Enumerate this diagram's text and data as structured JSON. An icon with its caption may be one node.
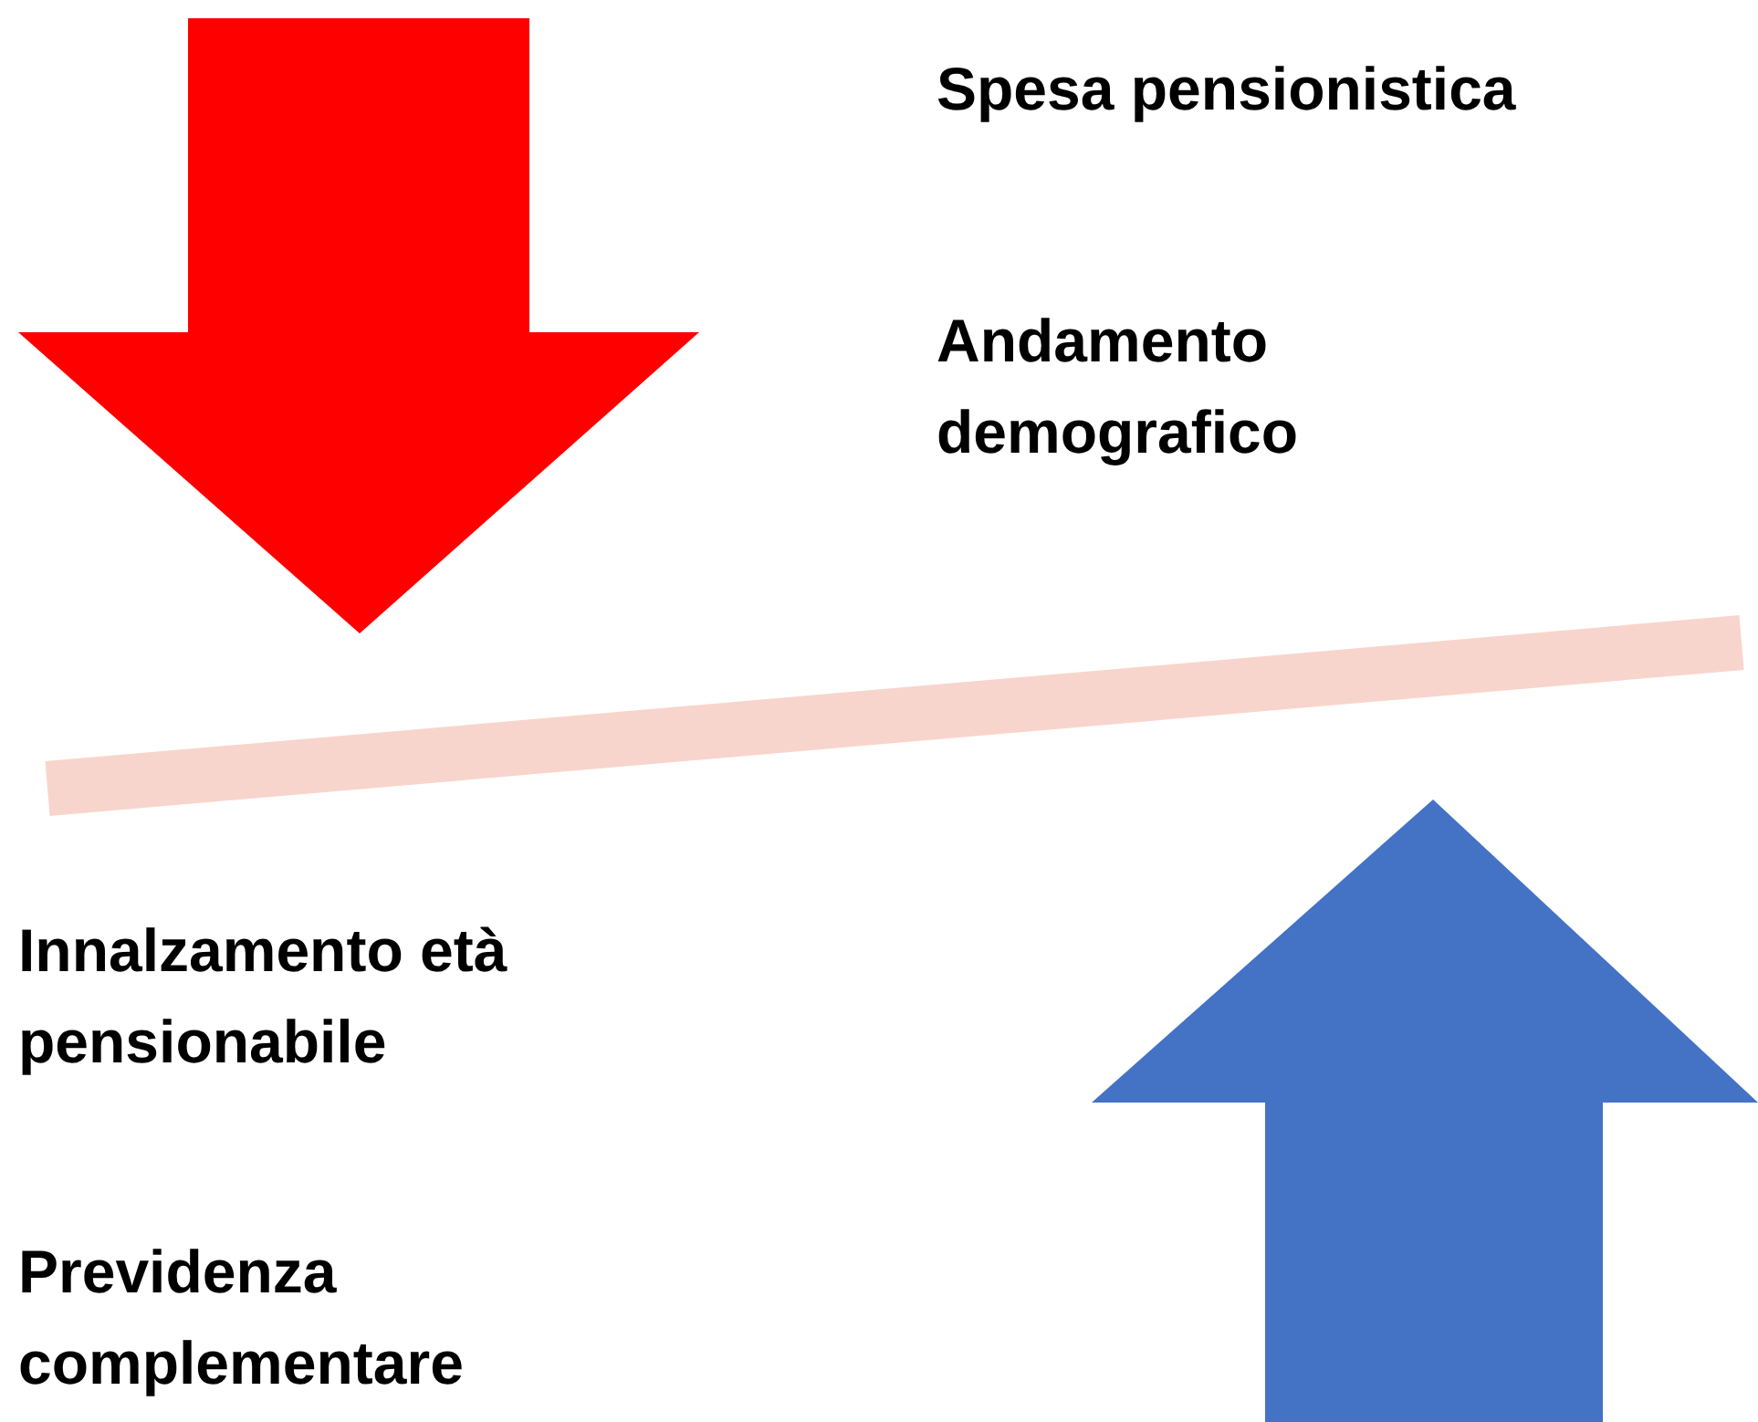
{
  "diagram": {
    "labels": [
      "Spesa pensionistica",
      "Andamento demografico",
      "Innalzamento età pensionabile",
      "Previdenza complementare"
    ]
  }
}
